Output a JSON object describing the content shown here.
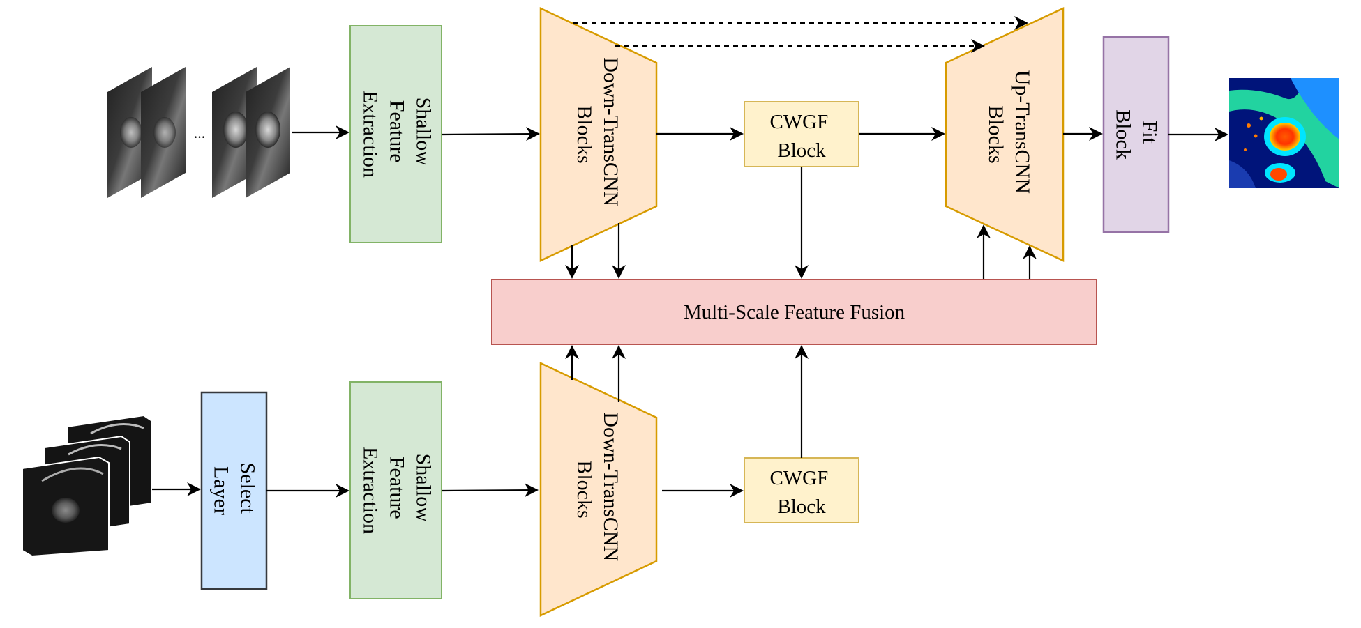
{
  "nodes": {
    "shallow_top": {
      "label": [
        "Shallow",
        "Feature",
        "Extraction"
      ],
      "fill": "#d5e8d4",
      "stroke": "#82b366"
    },
    "shallow_bottom": {
      "label": [
        "Shallow",
        "Feature",
        "Extraction"
      ],
      "fill": "#d5e8d4",
      "stroke": "#82b366"
    },
    "down_top": {
      "label": [
        "Down-TransCNN",
        "Blocks"
      ],
      "fill": "#ffe6cc",
      "stroke": "#d79b00"
    },
    "down_bottom": {
      "label": [
        "Down-TransCNN",
        "Blocks"
      ],
      "fill": "#ffe6cc",
      "stroke": "#d79b00"
    },
    "up": {
      "label": [
        "Up-TransCNN",
        "Blocks"
      ],
      "fill": "#ffe6cc",
      "stroke": "#d79b00"
    },
    "cwgf_top": {
      "label": [
        "CWGF",
        "Block"
      ],
      "fill": "#fff2cc",
      "stroke": "#d6b656"
    },
    "cwgf_bottom": {
      "label": [
        "CWGF",
        "Block"
      ],
      "fill": "#fff2cc",
      "stroke": "#d6b656"
    },
    "fit": {
      "label": [
        "Fit",
        "Block"
      ],
      "fill": "#e1d5e7",
      "stroke": "#9673a6"
    },
    "select": {
      "label": [
        "Select",
        "Layer"
      ],
      "fill": "#cce5ff",
      "stroke": "#36393d"
    },
    "fusion": {
      "label": "Multi-Scale Feature Fusion",
      "fill": "#f8cecc",
      "stroke": "#b85450"
    }
  },
  "ellipsis": "...",
  "images": {
    "input_top": "cine-mri-slices-sequence",
    "input_bottom": "mri-slice-stack",
    "output": "segmentation-map"
  }
}
